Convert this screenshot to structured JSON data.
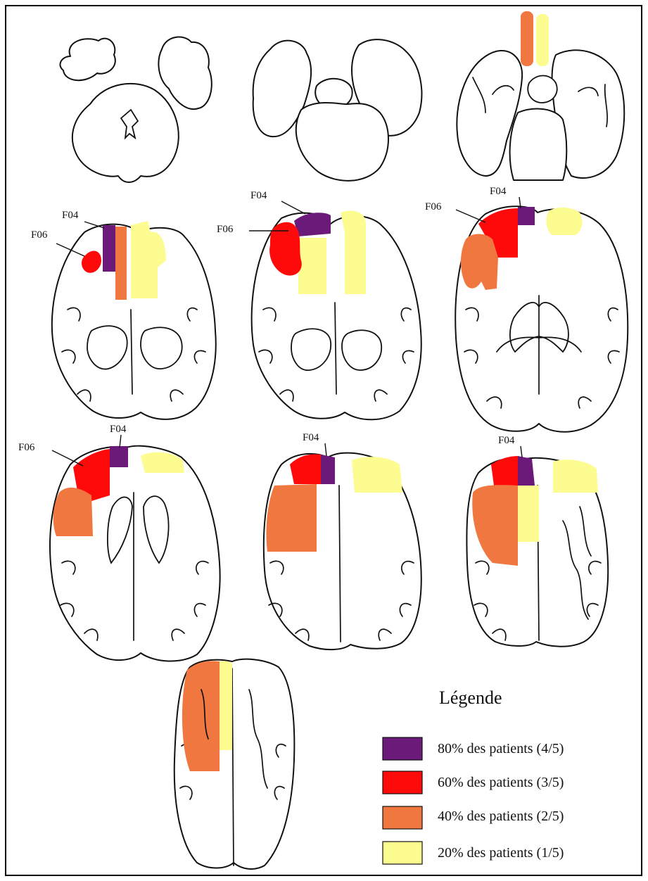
{
  "labels": {
    "f04": "F04",
    "f06": "F06"
  },
  "legend": {
    "title": "Légende",
    "items": [
      {
        "label": "80% des patients (4/5)",
        "color": "#6b1a7a"
      },
      {
        "label": "60% des patients (3/5)",
        "color": "#ff0a0a"
      },
      {
        "label": "40% des patients (2/5)",
        "color": "#f07840"
      },
      {
        "label": "20% des patients (1/5)",
        "color": "#fcfc90"
      }
    ]
  },
  "colors": {
    "purple": "#6b1a7a",
    "red": "#ff0a0a",
    "orange": "#f07840",
    "yellow": "#fcfc90",
    "outline": "#111111",
    "frame": "#000000"
  }
}
